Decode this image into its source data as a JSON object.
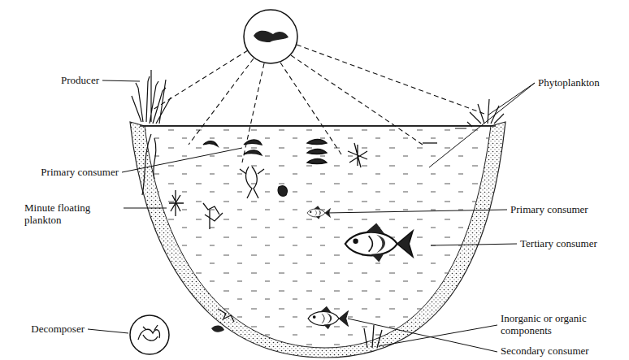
{
  "diagram": {
    "labels": [
      "Producer",
      "Phytoplankton",
      "Primary consumer",
      "Minute floating plankton",
      "Primary consumer",
      "Tertiary consumer",
      "Decomposer",
      "Inorganic or organic components",
      "Secondary consumer"
    ]
  }
}
